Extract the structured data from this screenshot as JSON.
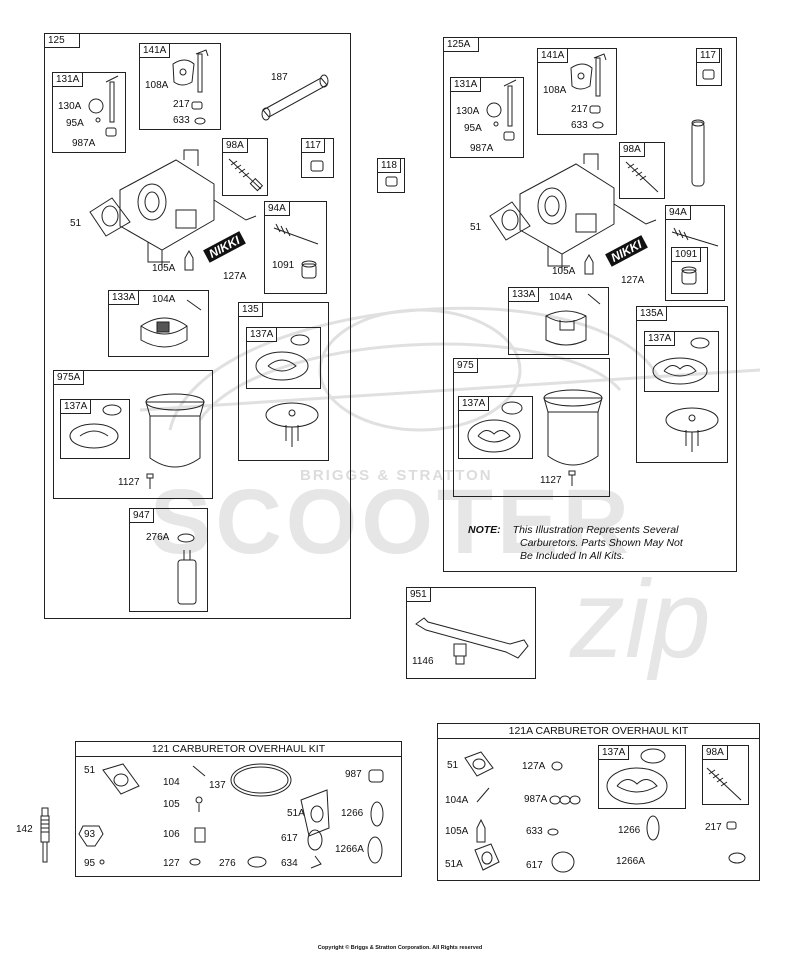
{
  "watermark": {
    "brand": "BRIGGS & STRATTON",
    "name": "SCOOTER",
    "script": "zip",
    "color": "#d9d9d9"
  },
  "left_assembly": {
    "tag": "125",
    "kit141A": {
      "tag": "141A",
      "labels": [
        "108A",
        "217",
        "633"
      ]
    },
    "part187": "187",
    "kit131A": {
      "tag": "131A",
      "labels": [
        "130A",
        "95A",
        "987A"
      ]
    },
    "kit98A": {
      "tag": "98A"
    },
    "box117": {
      "tag": "117"
    },
    "part51": "51",
    "kit94A": {
      "tag": "94A",
      "labels": [
        "1091"
      ]
    },
    "brand": "NIKKI",
    "labels_105_127": [
      "105A",
      "127A"
    ],
    "kit133A": {
      "tag": "133A",
      "labels": [
        "104A"
      ]
    },
    "kit135": {
      "tag": "135",
      "inner": "137A"
    },
    "kit975A": {
      "tag": "975A",
      "inner": "137A",
      "labels": [
        "1127"
      ]
    },
    "kit947": {
      "tag": "947",
      "labels": [
        "276A"
      ]
    }
  },
  "box118": {
    "tag": "118"
  },
  "right_assembly": {
    "tag": "125A",
    "kit141A": {
      "tag": "141A",
      "labels": [
        "108A",
        "217",
        "633"
      ]
    },
    "box117": {
      "tag": "117"
    },
    "kit131A": {
      "tag": "131A",
      "labels": [
        "130A",
        "95A",
        "987A"
      ]
    },
    "kit98A": {
      "tag": "98A"
    },
    "part51": "51",
    "kit94A": {
      "tag": "94A",
      "inner": "1091"
    },
    "brand": "NIKKI",
    "labels_105_127": [
      "105A",
      "127A"
    ],
    "kit133A": {
      "tag": "133A",
      "labels": [
        "104A"
      ]
    },
    "kit135A": {
      "tag": "135A",
      "inner": "137A"
    },
    "kit975": {
      "tag": "975",
      "inner": "137A",
      "labels": [
        "1127"
      ]
    },
    "note": {
      "label": "NOTE:",
      "lines": [
        "This Illustration Represents Several",
        "Carburetors. Parts Shown May Not",
        "Be Included In All Kits."
      ]
    }
  },
  "box951": {
    "tag": "951",
    "labels": [
      "1146"
    ]
  },
  "part142": "142",
  "kit121": {
    "title": "121  CARBURETOR OVERHAUL KIT",
    "labels": {
      "p51": "51",
      "p104": "104",
      "p137": "137",
      "p987": "987",
      "p105": "105",
      "p51A": "51A",
      "p1266": "1266",
      "p93": "93",
      "p106": "106",
      "p617": "617",
      "p1266A": "1266A",
      "p95": "95",
      "p127": "127",
      "p276": "276",
      "p634": "634"
    }
  },
  "kit121A": {
    "title": "121A CARBURETOR OVERHAUL KIT",
    "labels": {
      "p51": "51",
      "p127A": "127A",
      "p104A": "104A",
      "p987A": "987A",
      "p105A": "105A",
      "p633": "633",
      "p1266": "1266",
      "p217": "217",
      "p51A": "51A",
      "p617": "617",
      "p1266A": "1266A"
    },
    "inner137A": "137A",
    "inner98A": "98A"
  },
  "copyright": "Copyright © Briggs & Stratton Corporation. All Rights reserved"
}
